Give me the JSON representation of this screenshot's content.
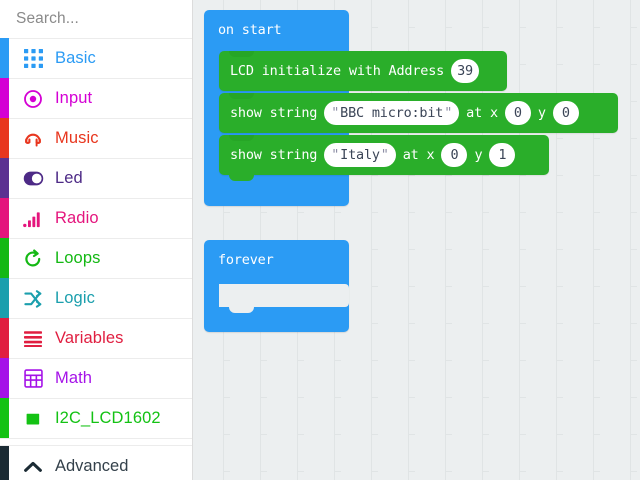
{
  "search": {
    "placeholder": "Search...",
    "value": "",
    "icon": "search-icon"
  },
  "toolbox": {
    "categories": [
      {
        "label": "Basic",
        "color": "#2b9bf4",
        "icon": "grid-icon"
      },
      {
        "label": "Input",
        "color": "#d400d4",
        "icon": "target-icon"
      },
      {
        "label": "Music",
        "color": "#e8361e",
        "icon": "headphones-icon"
      },
      {
        "label": "Led",
        "color": "#5b3191",
        "icon": "toggle-icon"
      },
      {
        "label": "Radio",
        "color": "#e4157d",
        "icon": "signal-bars-icon"
      },
      {
        "label": "Loops",
        "color": "#14b814",
        "icon": "loop-arrow-icon"
      },
      {
        "label": "Logic",
        "color": "#1b9fad",
        "icon": "shuffle-icon"
      },
      {
        "label": "Variables",
        "color": "#e01e40",
        "icon": "lines-icon"
      },
      {
        "label": "Math",
        "color": "#a512e8",
        "icon": "calculator-icon"
      },
      {
        "label": "I2C_LCD1602",
        "color": "#14c214",
        "icon": "square-icon"
      }
    ],
    "advanced": {
      "label": "Advanced",
      "color": "#1b2b34",
      "icon": "chevron-up-icon"
    }
  },
  "workspace": {
    "blocks": {
      "on_start": {
        "label": "on start",
        "color": "#2b9bf4",
        "children": {
          "lcd_init": {
            "label": "LCD initialize with Address",
            "color": "#2aae2a",
            "address": "39"
          },
          "show_string_1": {
            "label_1": "show string",
            "label_2": "at x",
            "label_3": "y",
            "color": "#2aae2a",
            "quote_open": "\"",
            "quote_close": "\"",
            "text": "BBC micro:bit",
            "x": "0",
            "y": "0"
          },
          "show_string_2": {
            "label_1": "show string",
            "label_2": "at x",
            "label_3": "y",
            "color": "#2aae2a",
            "quote_open": "\"",
            "quote_close": "\"",
            "text": "Italy",
            "x": "0",
            "y": "1"
          }
        }
      },
      "forever": {
        "label": "forever",
        "color": "#2b9bf4"
      }
    }
  }
}
